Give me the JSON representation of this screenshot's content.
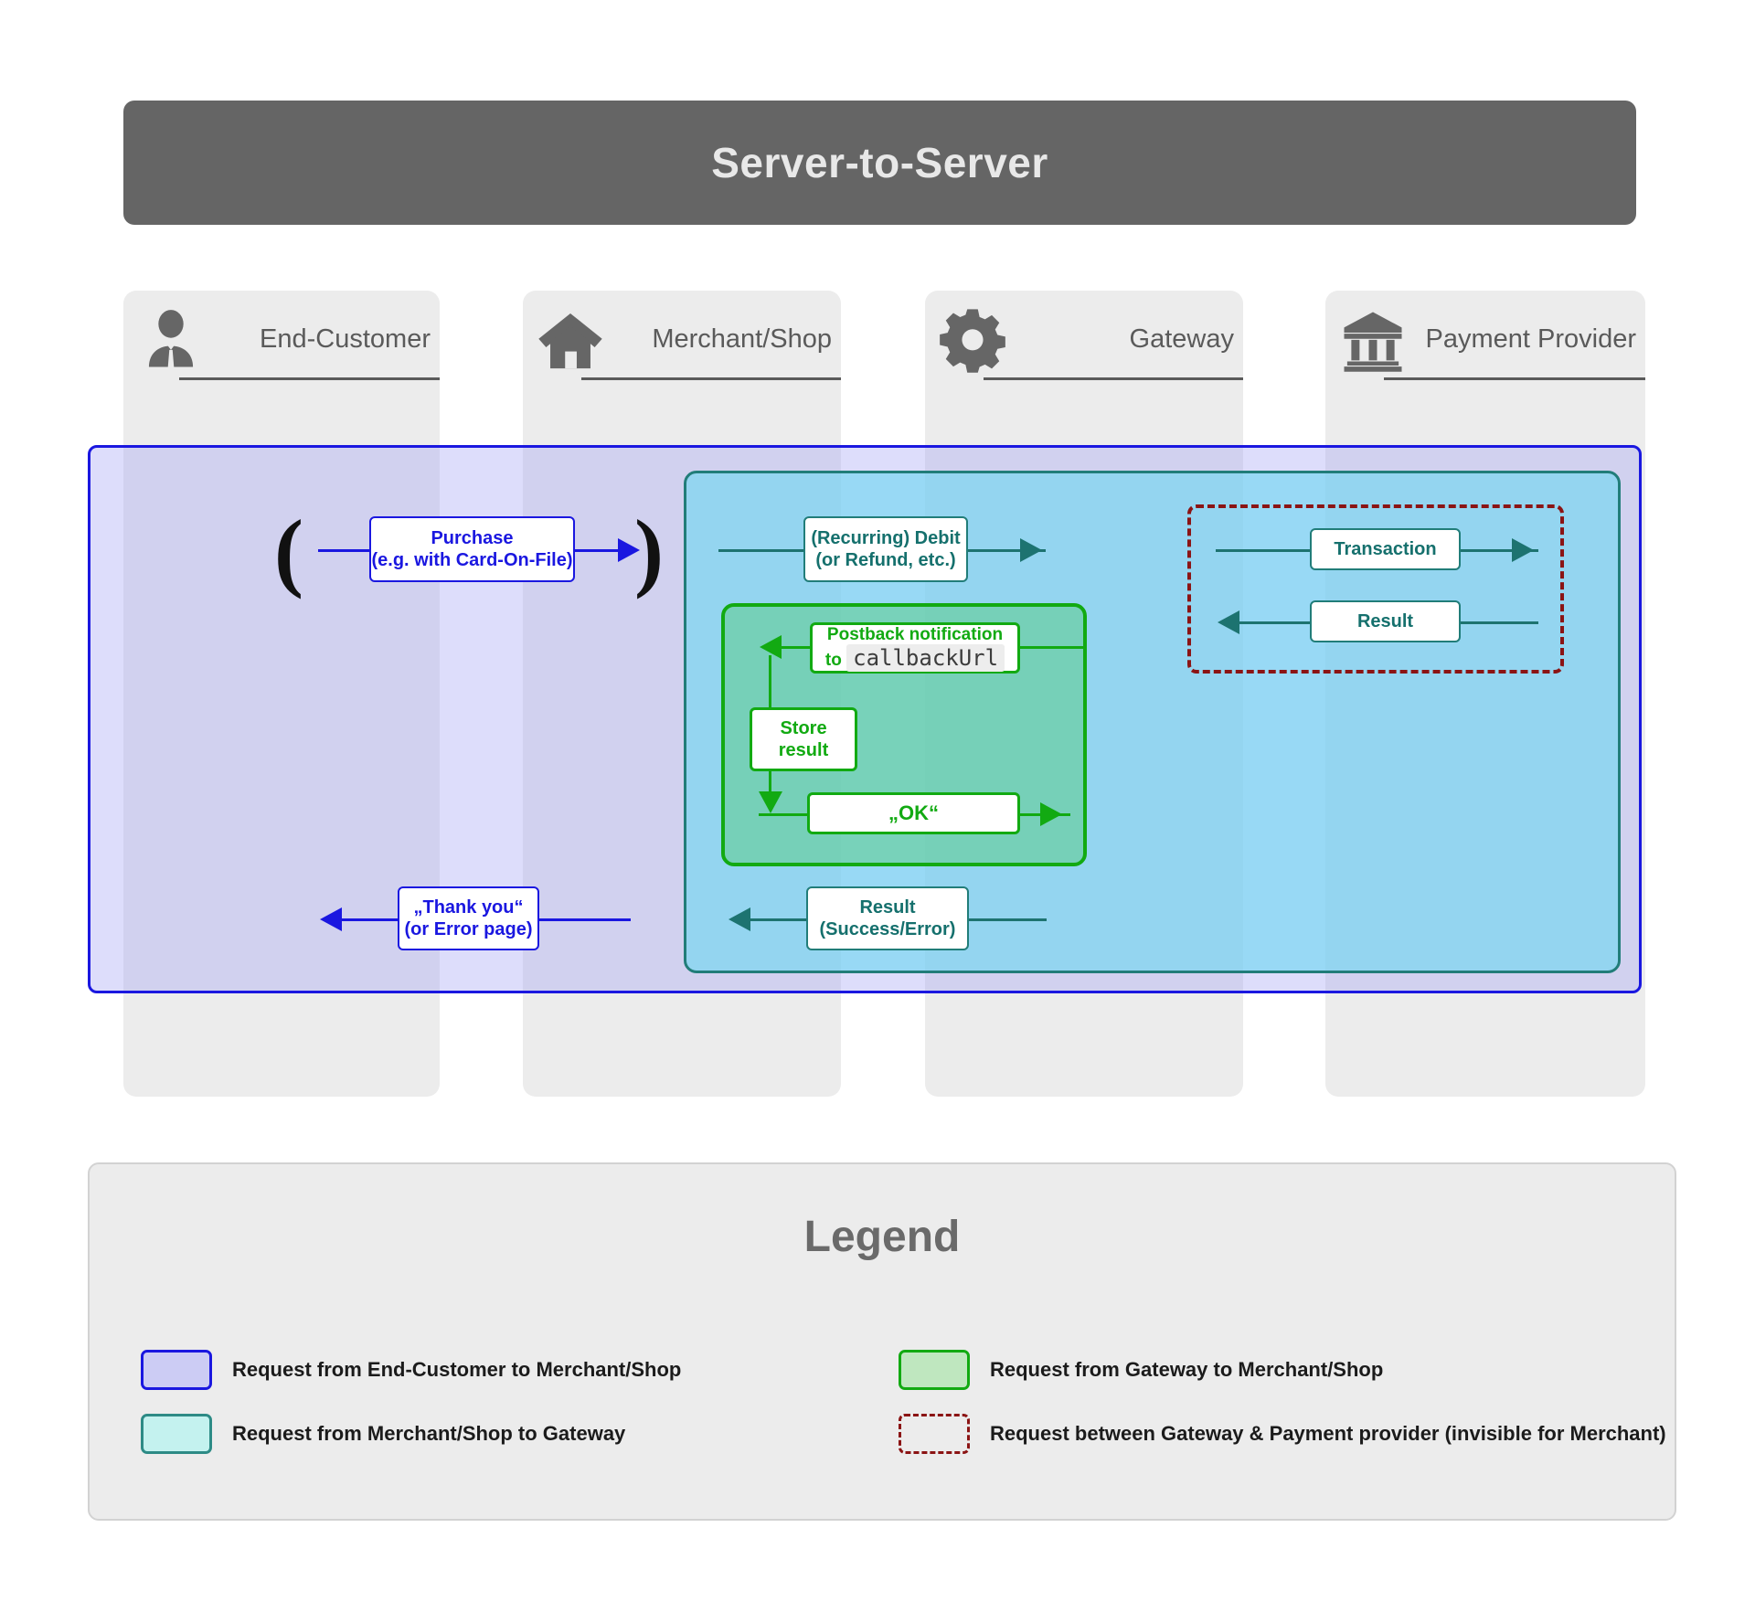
{
  "header": {
    "title": "Server-to-Server"
  },
  "lanes": [
    {
      "label": "End-Customer",
      "icon": "user-icon"
    },
    {
      "label": "Merchant/Shop",
      "icon": "house-icon"
    },
    {
      "label": "Gateway",
      "icon": "gear-icon"
    },
    {
      "label": "Payment Provider",
      "icon": "bank-icon"
    }
  ],
  "flow": {
    "purchase": {
      "line1": "Purchase",
      "line2": "(e.g. with Card-On-File)"
    },
    "debit": {
      "line1": "(Recurring) Debit",
      "line2": "(or Refund, etc.)"
    },
    "transaction": {
      "line1": "Transaction"
    },
    "result_pp": {
      "line1": "Result"
    },
    "postback": {
      "line1": "Postback notification",
      "line2_prefix": "to",
      "line2_code": "callbackUrl"
    },
    "store": {
      "line1": "Store",
      "line2": "result"
    },
    "ok": {
      "line1": "„OK“"
    },
    "result": {
      "line1": "Result",
      "line2": "(Success/Error)"
    },
    "thankyou": {
      "line1": "„Thank you“",
      "line2": "(or Error page)"
    },
    "paren_open": "(",
    "paren_close": ")"
  },
  "legend": {
    "title": "Legend",
    "items": [
      {
        "swatch": "blue",
        "text": "Request from End-Customer to Merchant/Shop"
      },
      {
        "swatch": "green",
        "text": "Request from Gateway to Merchant/Shop"
      },
      {
        "swatch": "teal",
        "text": "Request from Merchant/Shop to Gateway"
      },
      {
        "swatch": "dashed",
        "text": "Request between Gateway & Payment provider (invisible for Merchant)"
      }
    ]
  },
  "colors": {
    "banner": "#656565",
    "blue": "#1a17e0",
    "teal": "#217d79",
    "green": "#12aa12",
    "dashed_red": "#8b1414",
    "lane_band": "#ececec",
    "icon_gray": "#666666"
  }
}
